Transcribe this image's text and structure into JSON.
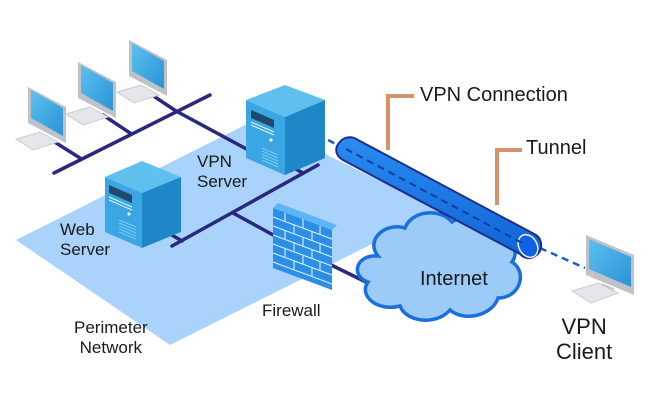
{
  "diagram": {
    "title": "VPN network diagram",
    "labels": {
      "vpn_server_line1": "VPN",
      "vpn_server_line2": "Server",
      "web_server_line1": "Web",
      "web_server_line2": "Server",
      "firewall": "Firewall",
      "perimeter_line1": "Perimeter",
      "perimeter_line2": "Network",
      "internet": "Internet",
      "vpn_connection": "VPN Connection",
      "tunnel": "Tunnel",
      "vpn_client_line1": "VPN",
      "vpn_client_line2": "Client"
    },
    "nodes": [
      {
        "id": "workstation-1",
        "type": "computer"
      },
      {
        "id": "workstation-2",
        "type": "computer"
      },
      {
        "id": "workstation-3",
        "type": "computer"
      },
      {
        "id": "vpn-server",
        "type": "server"
      },
      {
        "id": "web-server",
        "type": "server"
      },
      {
        "id": "firewall",
        "type": "firewall"
      },
      {
        "id": "internet",
        "type": "cloud"
      },
      {
        "id": "vpn-client",
        "type": "computer"
      }
    ],
    "colors": {
      "perimeter_plane": "#a9d3fb",
      "network_line": "#27287e",
      "server_front": "#3aa6e4",
      "server_side": "#1f86c8",
      "server_top": "#5fc0f0",
      "tunnel": "#1577ea",
      "tunnel_outline": "#1d2f8a",
      "callout": "#d6926b",
      "cloud_fill": "#9ccbf7",
      "cloud_outline": "#1a6fdc",
      "firewall": "#2b8fe6"
    }
  }
}
